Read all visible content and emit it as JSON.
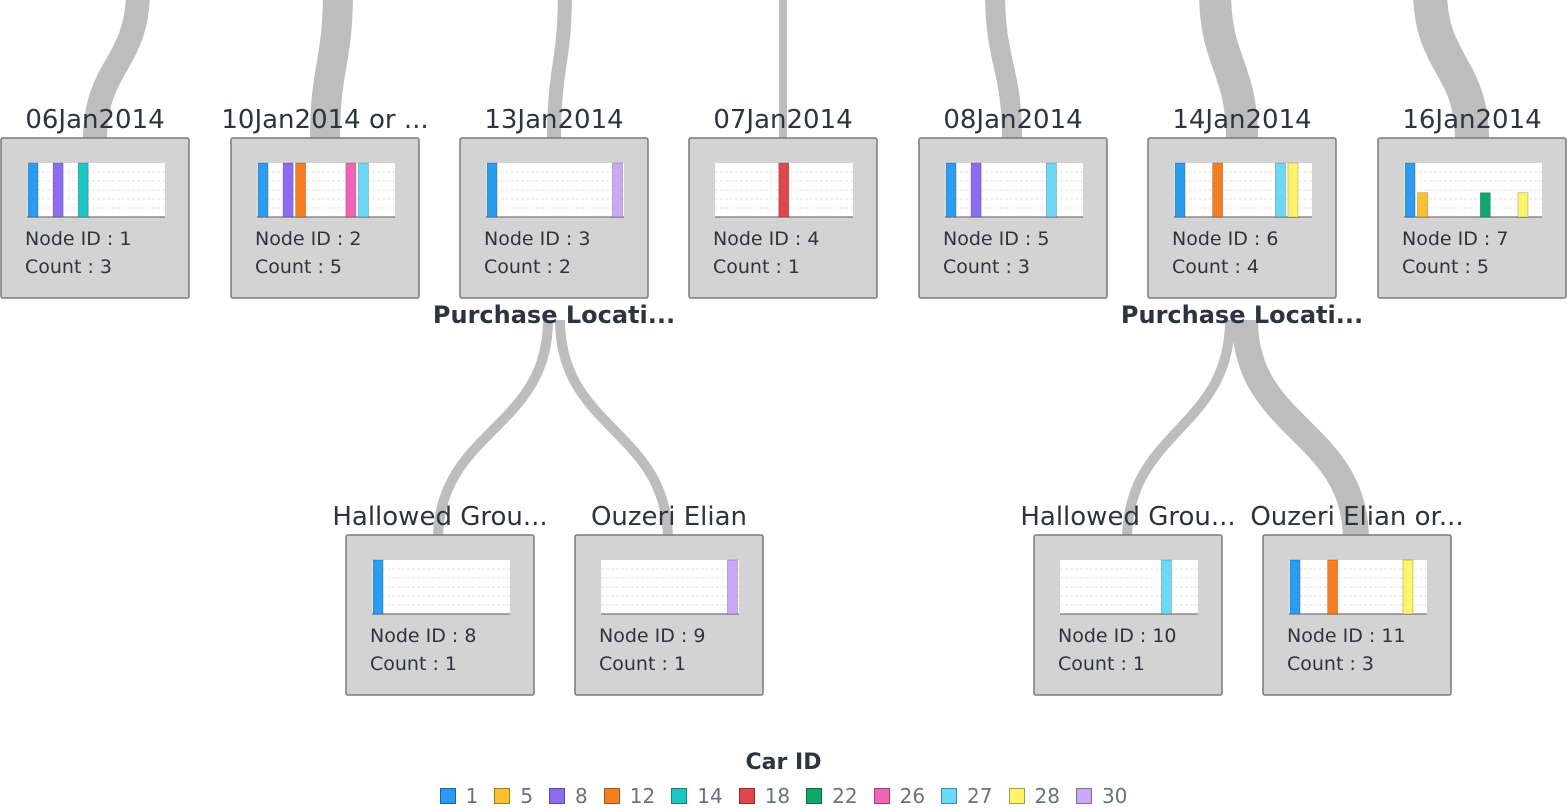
{
  "legend": {
    "title": "Car ID",
    "items": [
      {
        "label": "1",
        "color": "#2d9cf0"
      },
      {
        "label": "5",
        "color": "#fbc02d"
      },
      {
        "label": "8",
        "color": "#8c6cf0"
      },
      {
        "label": "12",
        "color": "#f57f20"
      },
      {
        "label": "14",
        "color": "#1dc6c0"
      },
      {
        "label": "18",
        "color": "#e0474c"
      },
      {
        "label": "22",
        "color": "#0fa86a"
      },
      {
        "label": "26",
        "color": "#f064b4"
      },
      {
        "label": "27",
        "color": "#6ad8f6"
      },
      {
        "label": "28",
        "color": "#fdf46a"
      },
      {
        "label": "30",
        "color": "#c9a8f8"
      }
    ]
  },
  "tree": {
    "node_labels": {
      "id_prefix": "Node ID : ",
      "count_prefix": "Count : "
    },
    "split_labels": [
      "Purchase Locati...",
      "Purchase Locati..."
    ],
    "nodes": [
      {
        "id": 1,
        "title": "06Jan2014",
        "count": 3,
        "bars": [
          "1",
          "8",
          "14"
        ]
      },
      {
        "id": 2,
        "title": "10Jan2014 or ...",
        "count": 5,
        "bars": [
          "1",
          "8",
          "12",
          "26",
          "27"
        ]
      },
      {
        "id": 3,
        "title": "13Jan2014",
        "count": 2,
        "bars": [
          "1",
          "30"
        ]
      },
      {
        "id": 4,
        "title": "07Jan2014",
        "count": 1,
        "bars": [
          "18"
        ]
      },
      {
        "id": 5,
        "title": "08Jan2014",
        "count": 3,
        "bars": [
          "1",
          "8",
          "27"
        ]
      },
      {
        "id": 6,
        "title": "14Jan2014",
        "count": 4,
        "bars": [
          "1",
          "12",
          "27",
          "28"
        ]
      },
      {
        "id": 7,
        "title": "16Jan2014",
        "count": 5,
        "bars": [
          "1",
          "5",
          "22",
          "28"
        ],
        "bar_values": [
          1,
          0.45,
          0.45,
          0.45
        ]
      },
      {
        "id": 8,
        "title": "Hallowed Grou...",
        "count": 1,
        "bars": [
          "1"
        ]
      },
      {
        "id": 9,
        "title": "Ouzeri Elian",
        "count": 1,
        "bars": [
          "30"
        ]
      },
      {
        "id": 10,
        "title": "Hallowed Grou...",
        "count": 1,
        "bars": [
          "27"
        ]
      },
      {
        "id": 11,
        "title": "Ouzeri Elian or...",
        "count": 3,
        "bars": [
          "1",
          "12",
          "28"
        ]
      }
    ]
  }
}
